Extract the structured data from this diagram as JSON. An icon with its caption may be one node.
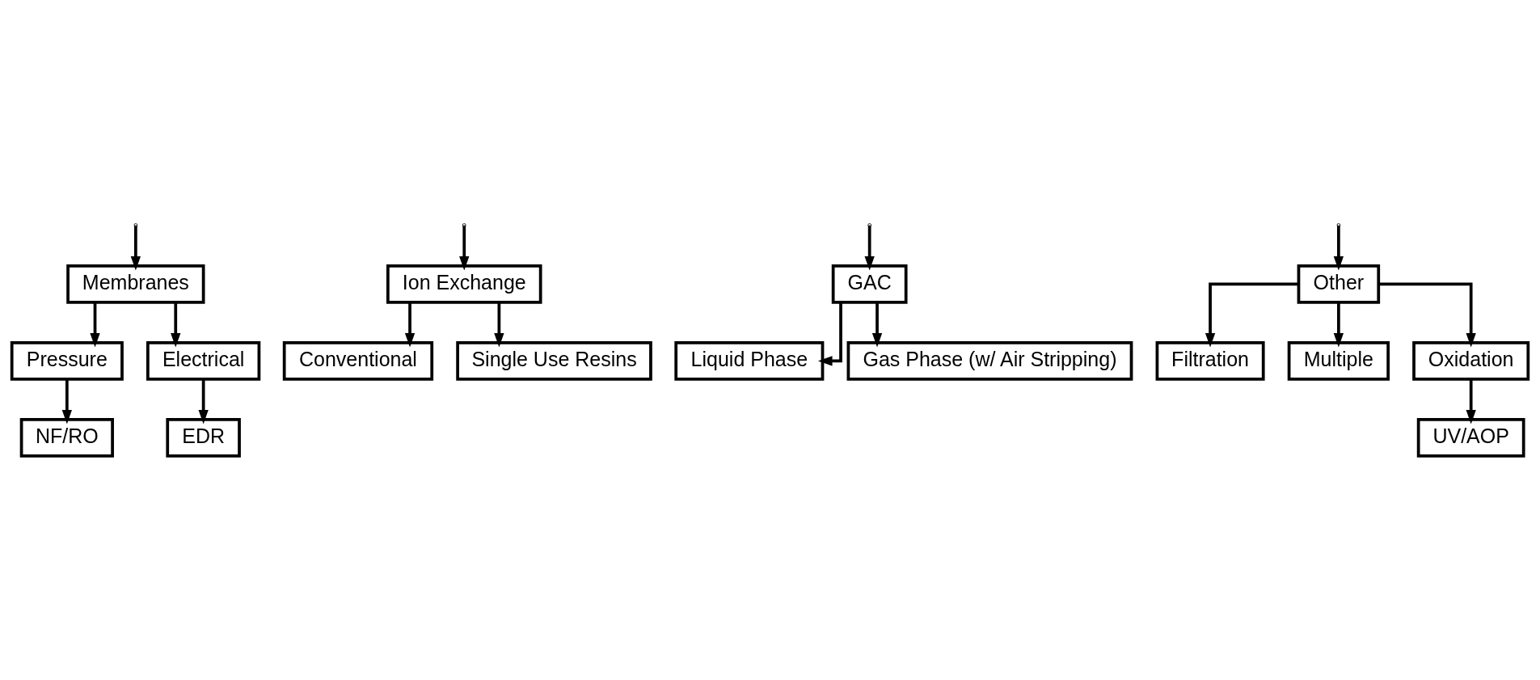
{
  "diagram": {
    "nodes": [
      {
        "text": [
          "Membranes"
        ]
      },
      {
        "text": [
          "Ion Exchange"
        ]
      },
      {
        "text": [
          "GAC"
        ]
      },
      {
        "text": [
          "Other"
        ]
      },
      {
        "text": [
          "Pressure"
        ]
      },
      {
        "text": [
          "Electrical"
        ]
      },
      {
        "text": [
          "NF/RO"
        ]
      },
      {
        "text": [
          "EDR"
        ]
      },
      {
        "text": [
          "Conventional"
        ]
      },
      {
        "text": [
          "Single Use Resins"
        ]
      },
      {
        "text": [
          "Liquid Phase"
        ]
      },
      {
        "text": [
          "Gas Phase (w/ Air Stripping)"
        ]
      },
      {
        "text": [
          "Filtration"
        ]
      },
      {
        "text": [
          "Multiple"
        ]
      },
      {
        "text": [
          "Oxidation"
        ]
      },
      {
        "text": [
          "UV/AOP"
        ]
      }
    ],
    "edges": [
      {
        "from": null,
        "to": 0,
        "arrow": "to"
      },
      {
        "from": null,
        "to": 1,
        "arrow": "to"
      },
      {
        "from": null,
        "to": 2,
        "arrow": "to"
      },
      {
        "from": null,
        "to": 3,
        "arrow": "to"
      },
      {
        "from": 0,
        "to": 4,
        "arrow": "to"
      },
      {
        "from": 0,
        "to": 5,
        "arrow": "to"
      },
      {
        "from": 4,
        "to": 6,
        "arrow": "to"
      },
      {
        "from": 5,
        "to": 7,
        "arrow": "to"
      },
      {
        "from": 1,
        "to": 8,
        "arrow": "to"
      },
      {
        "from": 1,
        "to": 9,
        "arrow": "to"
      },
      {
        "from": 2,
        "to": 10,
        "arrow": "to"
      },
      {
        "from": 2,
        "to": 11,
        "arrow": "to"
      },
      {
        "from": 3,
        "to": 12,
        "arrow": "to"
      },
      {
        "from": 3,
        "to": 13,
        "arrow": "to"
      },
      {
        "from": 3,
        "to": 14,
        "arrow": "to"
      },
      {
        "from": 14,
        "to": 15,
        "arrow": "to"
      }
    ]
  }
}
